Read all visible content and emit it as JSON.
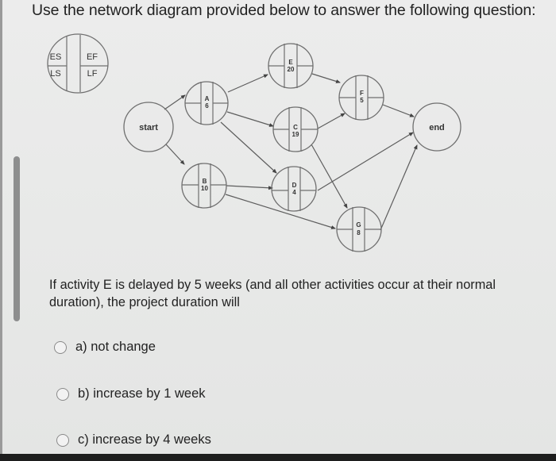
{
  "title": "Use the network diagram provided below to answer the following question:",
  "legend": {
    "es": "ES",
    "ef": "EF",
    "ls": "LS",
    "lf": "LF"
  },
  "diagram": {
    "nodes": [
      {
        "id": "start",
        "label": "start",
        "duration": null
      },
      {
        "id": "A",
        "label": "A",
        "duration": "6"
      },
      {
        "id": "B",
        "label": "B",
        "duration": "10"
      },
      {
        "id": "C",
        "label": "C",
        "duration": "19"
      },
      {
        "id": "D",
        "label": "D",
        "duration": "4"
      },
      {
        "id": "E",
        "label": "E",
        "duration": "20"
      },
      {
        "id": "F",
        "label": "F",
        "duration": "5"
      },
      {
        "id": "G",
        "label": "G",
        "duration": "8"
      },
      {
        "id": "end",
        "label": "end",
        "duration": null
      }
    ],
    "edges": [
      [
        "start",
        "A"
      ],
      [
        "start",
        "B"
      ],
      [
        "A",
        "E"
      ],
      [
        "A",
        "C"
      ],
      [
        "A",
        "D"
      ],
      [
        "B",
        "D"
      ],
      [
        "B",
        "G"
      ],
      [
        "E",
        "F"
      ],
      [
        "C",
        "F"
      ],
      [
        "C",
        "G"
      ],
      [
        "F",
        "end"
      ],
      [
        "D",
        "end"
      ],
      [
        "G",
        "end"
      ]
    ]
  },
  "question": {
    "text": "If activity E is delayed by 5 weeks (and all other activities occur at their normal duration), the project duration will",
    "options": [
      {
        "key": "a",
        "label": "a) not change"
      },
      {
        "key": "b",
        "label": "b) increase by 1 week"
      },
      {
        "key": "c",
        "label": "c) increase by 4 weeks"
      }
    ]
  },
  "colors": {
    "background": "#e8e9e8",
    "node_stroke": "#6f6f6f",
    "text": "#222222",
    "scrollbar": "#8d8e8e"
  }
}
